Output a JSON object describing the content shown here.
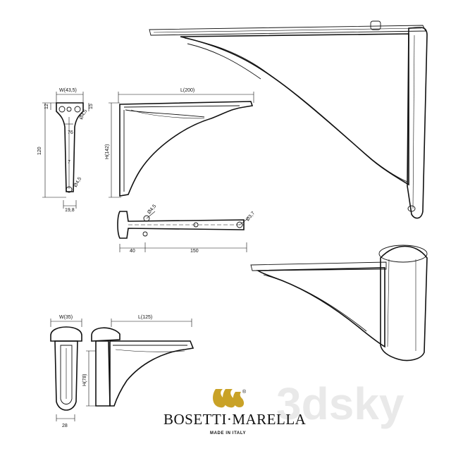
{
  "dimensions": {
    "top_front_width": "W(43,5)",
    "top_front_height": "120",
    "top_front_offset": "12",
    "top_front_right": "15",
    "top_front_bottom_width": "19,8",
    "top_front_hole_top": "Ø4,5",
    "top_front_hole_bottom": "Ø4,5",
    "top_front_mid": "76",
    "top_front_mid2": "7",
    "top_side_length": "L(200)",
    "top_side_height": "H(142)",
    "plan_hole_left": "Ø4,5",
    "plan_hole_right": "Ø3,7",
    "plan_left": "40",
    "plan_right": "150",
    "bottom_front_width": "W(35)",
    "bottom_front_bottom": "28",
    "bottom_side_length": "L(125)",
    "bottom_side_height": "H(78)"
  },
  "brand": {
    "name": "BOSETTI·MARELLA",
    "tagline": "MADE IN ITALY",
    "registered": "®"
  },
  "watermark": "3dsky",
  "colors": {
    "line": "#111111",
    "mesh": "#555555",
    "logo_gold": "#c9a227",
    "watermark": "#e9e9e9"
  }
}
